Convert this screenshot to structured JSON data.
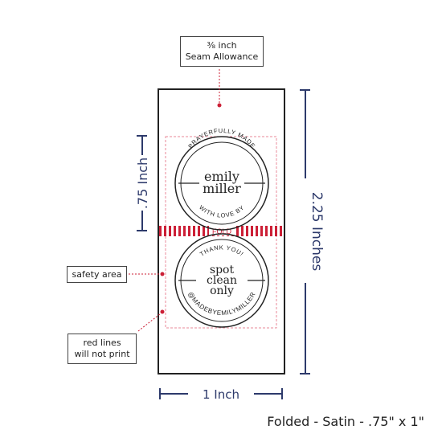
{
  "callouts": {
    "seam_line1": "⅜ inch",
    "seam_line2": "Seam Allowance",
    "safety": "safety area",
    "red_line1": "red lines",
    "red_line2": "will not print"
  },
  "dimensions": {
    "height_total": "2.25 Inches",
    "height_folded": ".75 Inch",
    "width": "1 Inch"
  },
  "fold_label": "FOLD",
  "top_badge": {
    "arc_top": "PRAYERFULLY MADE",
    "name_line1": "emily",
    "name_line2": "miller",
    "arc_bottom": "WITH LOVE BY"
  },
  "bottom_badge": {
    "arc_top": "THANK YOU!",
    "line1": "spot",
    "line2": "clean",
    "line3": "only",
    "arc_bottom": "@MADEBYEMILYMILLER"
  },
  "footer": "Folded - Satin - .75\" x 1\"",
  "colors": {
    "navy": "#2d3a6b",
    "red": "#cc1f36",
    "pink_dash": "#e88a98",
    "outline": "#222222"
  }
}
